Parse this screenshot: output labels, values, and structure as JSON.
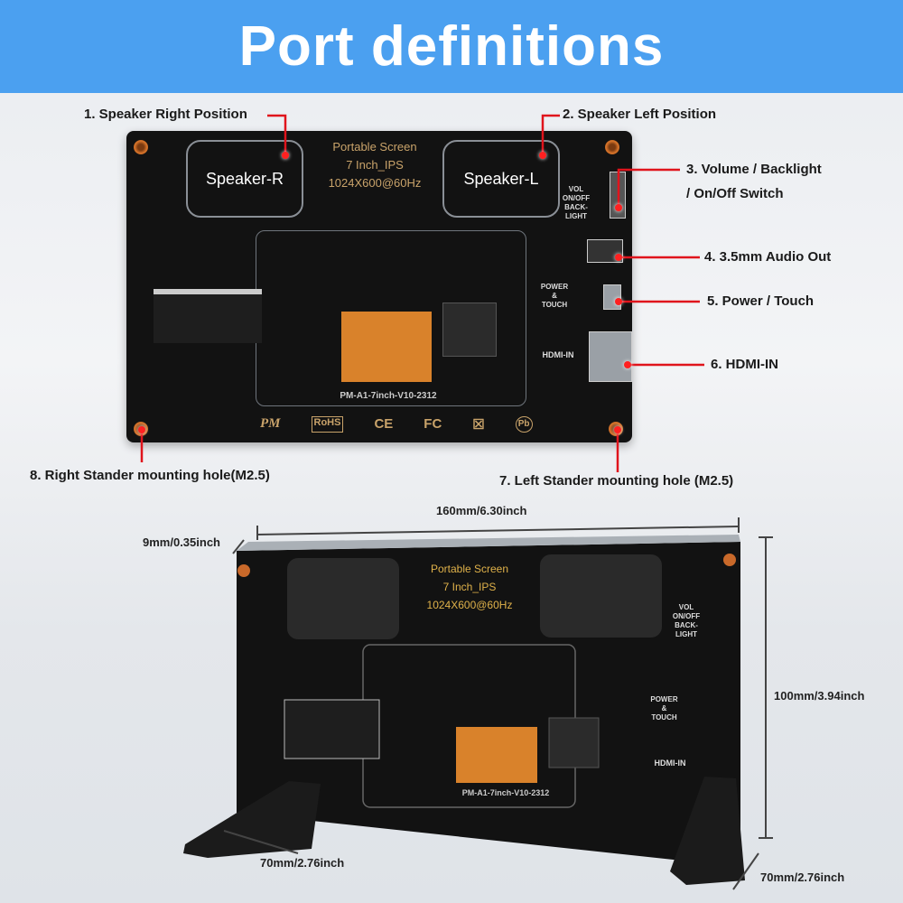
{
  "banner": {
    "title": "Port definitions",
    "color": "#4ba0f0"
  },
  "callouts": [
    {
      "label": "1. Speaker Right  Position"
    },
    {
      "label": "2. Speaker Left Position"
    },
    {
      "label": "3. Volume / Backlight"
    },
    {
      "label": "/ On/Off Switch"
    },
    {
      "label": "4. 3.5mm Audio Out"
    },
    {
      "label": "5. Power / Touch"
    },
    {
      "label": "6. HDMI-IN"
    },
    {
      "label": "7. Left Stander mounting hole (M2.5)"
    },
    {
      "label": "8. Right Stander mounting hole(M2.5)"
    }
  ],
  "board": {
    "speaker_r": "Speaker-R",
    "speaker_l": "Speaker-L",
    "spec_lines": [
      "Portable Screen",
      "7 Inch_IPS",
      "1024X600@60Hz"
    ],
    "side_vol": "VOL",
    "side_onoff": "ON/OFF",
    "side_back": "BACK-",
    "side_light": "LIGHT",
    "power_touch_1": "POWER",
    "power_touch_2": "&",
    "power_touch_3": "TOUCH",
    "hdmi": "HDMI-IN",
    "model": "PM-A1-7inch-V10-2312",
    "logos": [
      "PM",
      "RoHS",
      "CE",
      "FC",
      "☒",
      "Pb"
    ]
  },
  "dimensions": {
    "width": "160mm/6.30inch",
    "thickness": "9mm/0.35inch",
    "height": "100mm/3.94inch",
    "stand_left": "70mm/2.76inch",
    "stand_right": "70mm/2.76inch"
  },
  "callout_color": "#e0141c"
}
